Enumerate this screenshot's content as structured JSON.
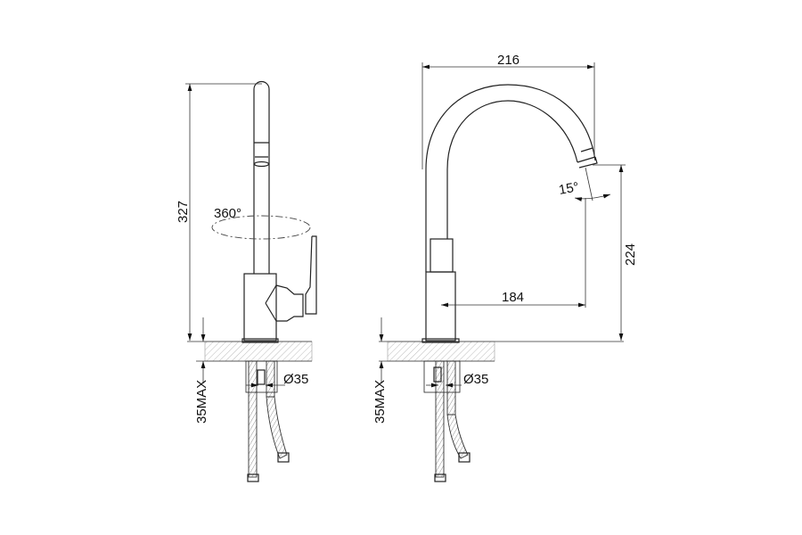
{
  "left_view": {
    "height_label": "327",
    "rotation_label": "360°",
    "diameter_label": "Ø35",
    "counter_label": "35MAX"
  },
  "right_view": {
    "width_label": "216",
    "reach_label": "184",
    "spout_height_label": "224",
    "angle_label": "15°",
    "diameter_label": "Ø35",
    "counter_label": "35MAX"
  }
}
